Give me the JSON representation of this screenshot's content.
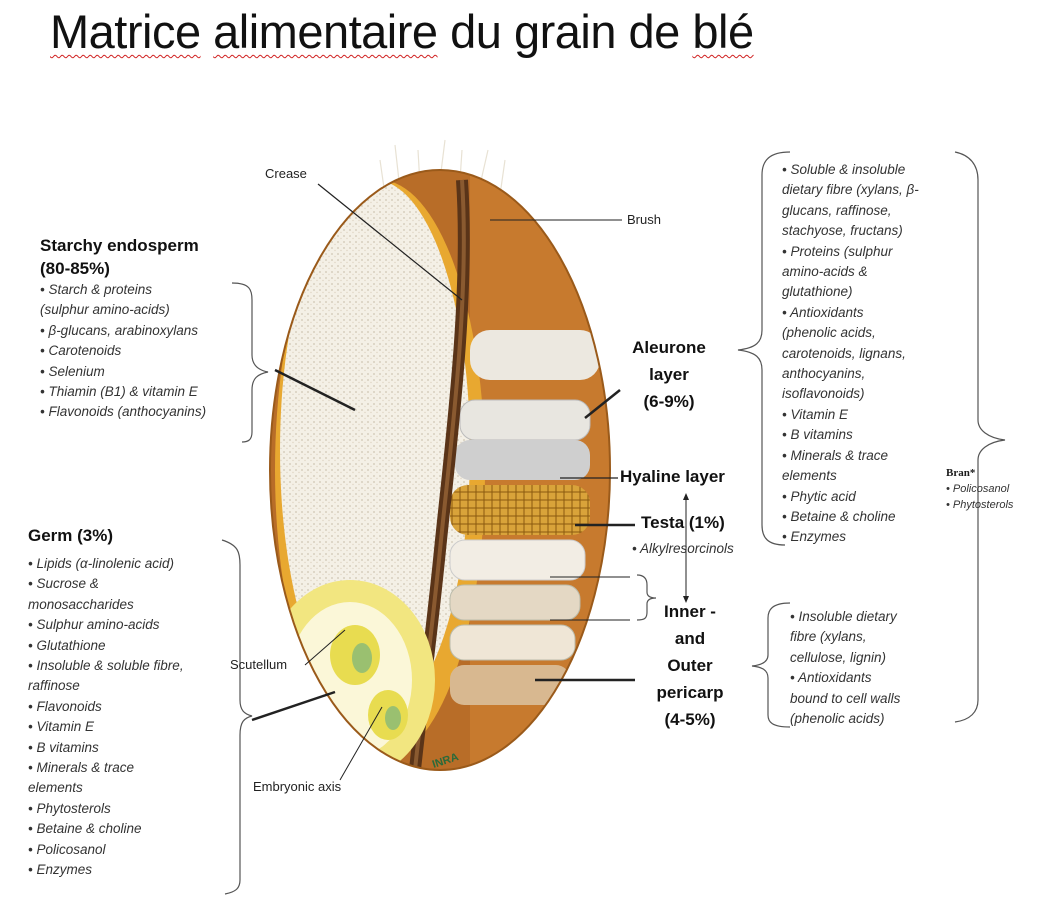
{
  "title": {
    "w1": "Matrice",
    "w2": "alimentaire",
    "w3": "du grain de",
    "w4": "blé"
  },
  "labels": {
    "crease": "Crease",
    "brush": "Brush",
    "scutellum": "Scutellum",
    "embryonic_axis": "Embryonic axis",
    "hyaline": "Hyaline layer",
    "testa": "Testa (1%)",
    "alkyl": "•  Alkylresorcinols",
    "aleurone": [
      "Aleurone",
      "layer",
      "(6-9%)"
    ],
    "pericarp": [
      "Inner -",
      "and",
      "Outer",
      "pericarp",
      "(4-5%)"
    ],
    "logo": "INRA"
  },
  "endosperm": {
    "heading": "Starchy endosperm",
    "percent": "(80-85%)",
    "items": [
      "• Starch & proteins",
      "(sulphur amino-acids)",
      "• β-glucans, arabinoxylans",
      "• Carotenoids",
      "• Selenium",
      "• Thiamin (B1) & vitamin E",
      "• Flavonoids (anthocyanins)"
    ]
  },
  "germ": {
    "heading": "Germ (3%)",
    "items": [
      "• Lipids (α-linolenic acid)",
      "• Sucrose &",
      "monosaccharides",
      "• Sulphur amino-acids",
      "• Glutathione",
      "• Insoluble & soluble fibre,",
      "raffinose",
      "• Flavonoids",
      "• Vitamin E",
      "• B vitamins",
      "• Minerals & trace",
      "elements",
      "• Phytosterols",
      "• Betaine & choline",
      "• Policosanol",
      "• Enzymes"
    ]
  },
  "aleurone_list": {
    "items": [
      "• Soluble & insoluble",
      "dietary fibre (xylans, β-",
      "glucans, raffinose,",
      "stachyose, fructans)",
      "• Proteins (sulphur",
      "amino-acids &",
      "glutathione)",
      "• Antioxidants",
      "(phenolic acids,",
      "carotenoids, lignans,",
      "anthocyanins,",
      "isoflavonoids)",
      "• Vitamin E",
      "• B vitamins",
      "• Minerals & trace",
      "elements",
      "• Phytic acid",
      "• Betaine & choline",
      "• Enzymes"
    ]
  },
  "pericarp_list": {
    "items": [
      "• Insoluble dietary",
      "fibre (xylans,",
      "cellulose, lignin)",
      "• Antioxidants",
      "bound to cell walls",
      "(phenolic acids)"
    ]
  },
  "bran": {
    "heading": "Bran*",
    "items": [
      "• Policosanol",
      "• Phytosterols"
    ]
  }
}
